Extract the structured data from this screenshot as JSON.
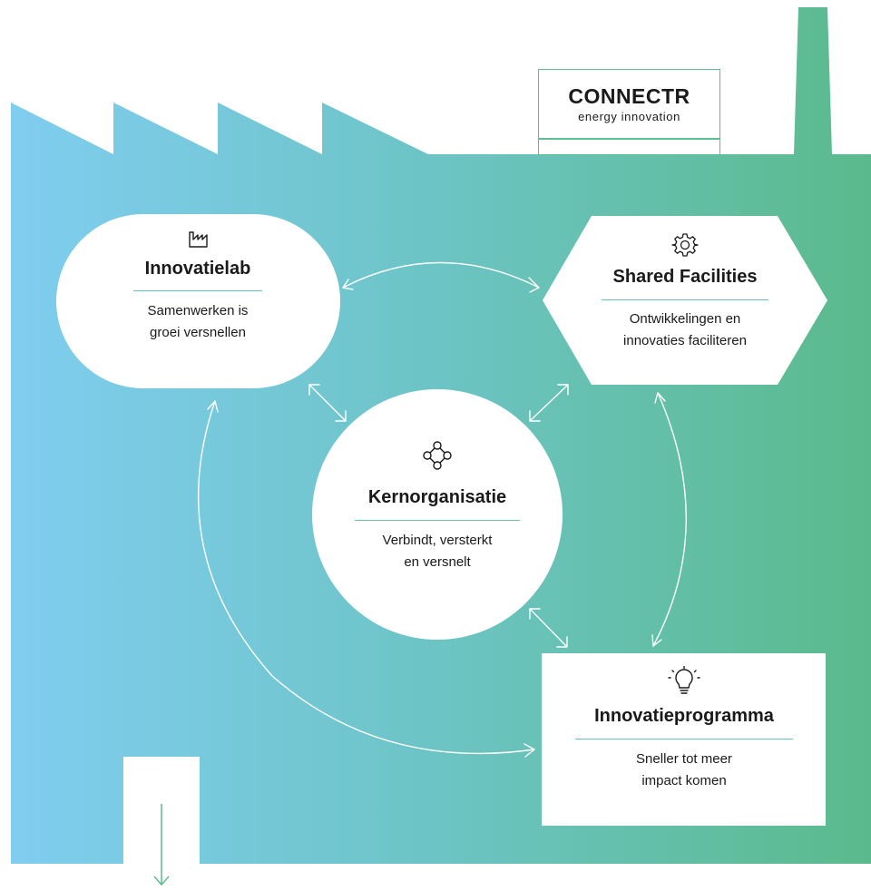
{
  "logo": {
    "brand": "CONNECTR",
    "tagline": "energy innovation"
  },
  "nodes": {
    "innovatielab": {
      "icon": "factory-icon",
      "title": "Innovatielab",
      "desc_line1": "Samenwerken is",
      "desc_line2": "groei versnellen"
    },
    "shared_facilities": {
      "icon": "gear-icon",
      "title": "Shared Facilities",
      "desc_line1": "Ontwikkelingen en",
      "desc_line2": "innovaties faciliteren"
    },
    "kernorganisatie": {
      "icon": "network-icon",
      "title": "Kernorganisatie",
      "desc_line1": "Verbindt, versterkt",
      "desc_line2": "en versnelt"
    },
    "innovatieprogramma": {
      "icon": "lightbulb-icon",
      "title": "Innovatieprogramma",
      "desc_line1": "Sneller tot meer",
      "desc_line2": "impact komen"
    }
  },
  "colors": {
    "gradient_start": "#80cdf0",
    "gradient_end": "#5bba8c",
    "accent_rule": "#62c1bd",
    "text": "#1a1a1a"
  }
}
